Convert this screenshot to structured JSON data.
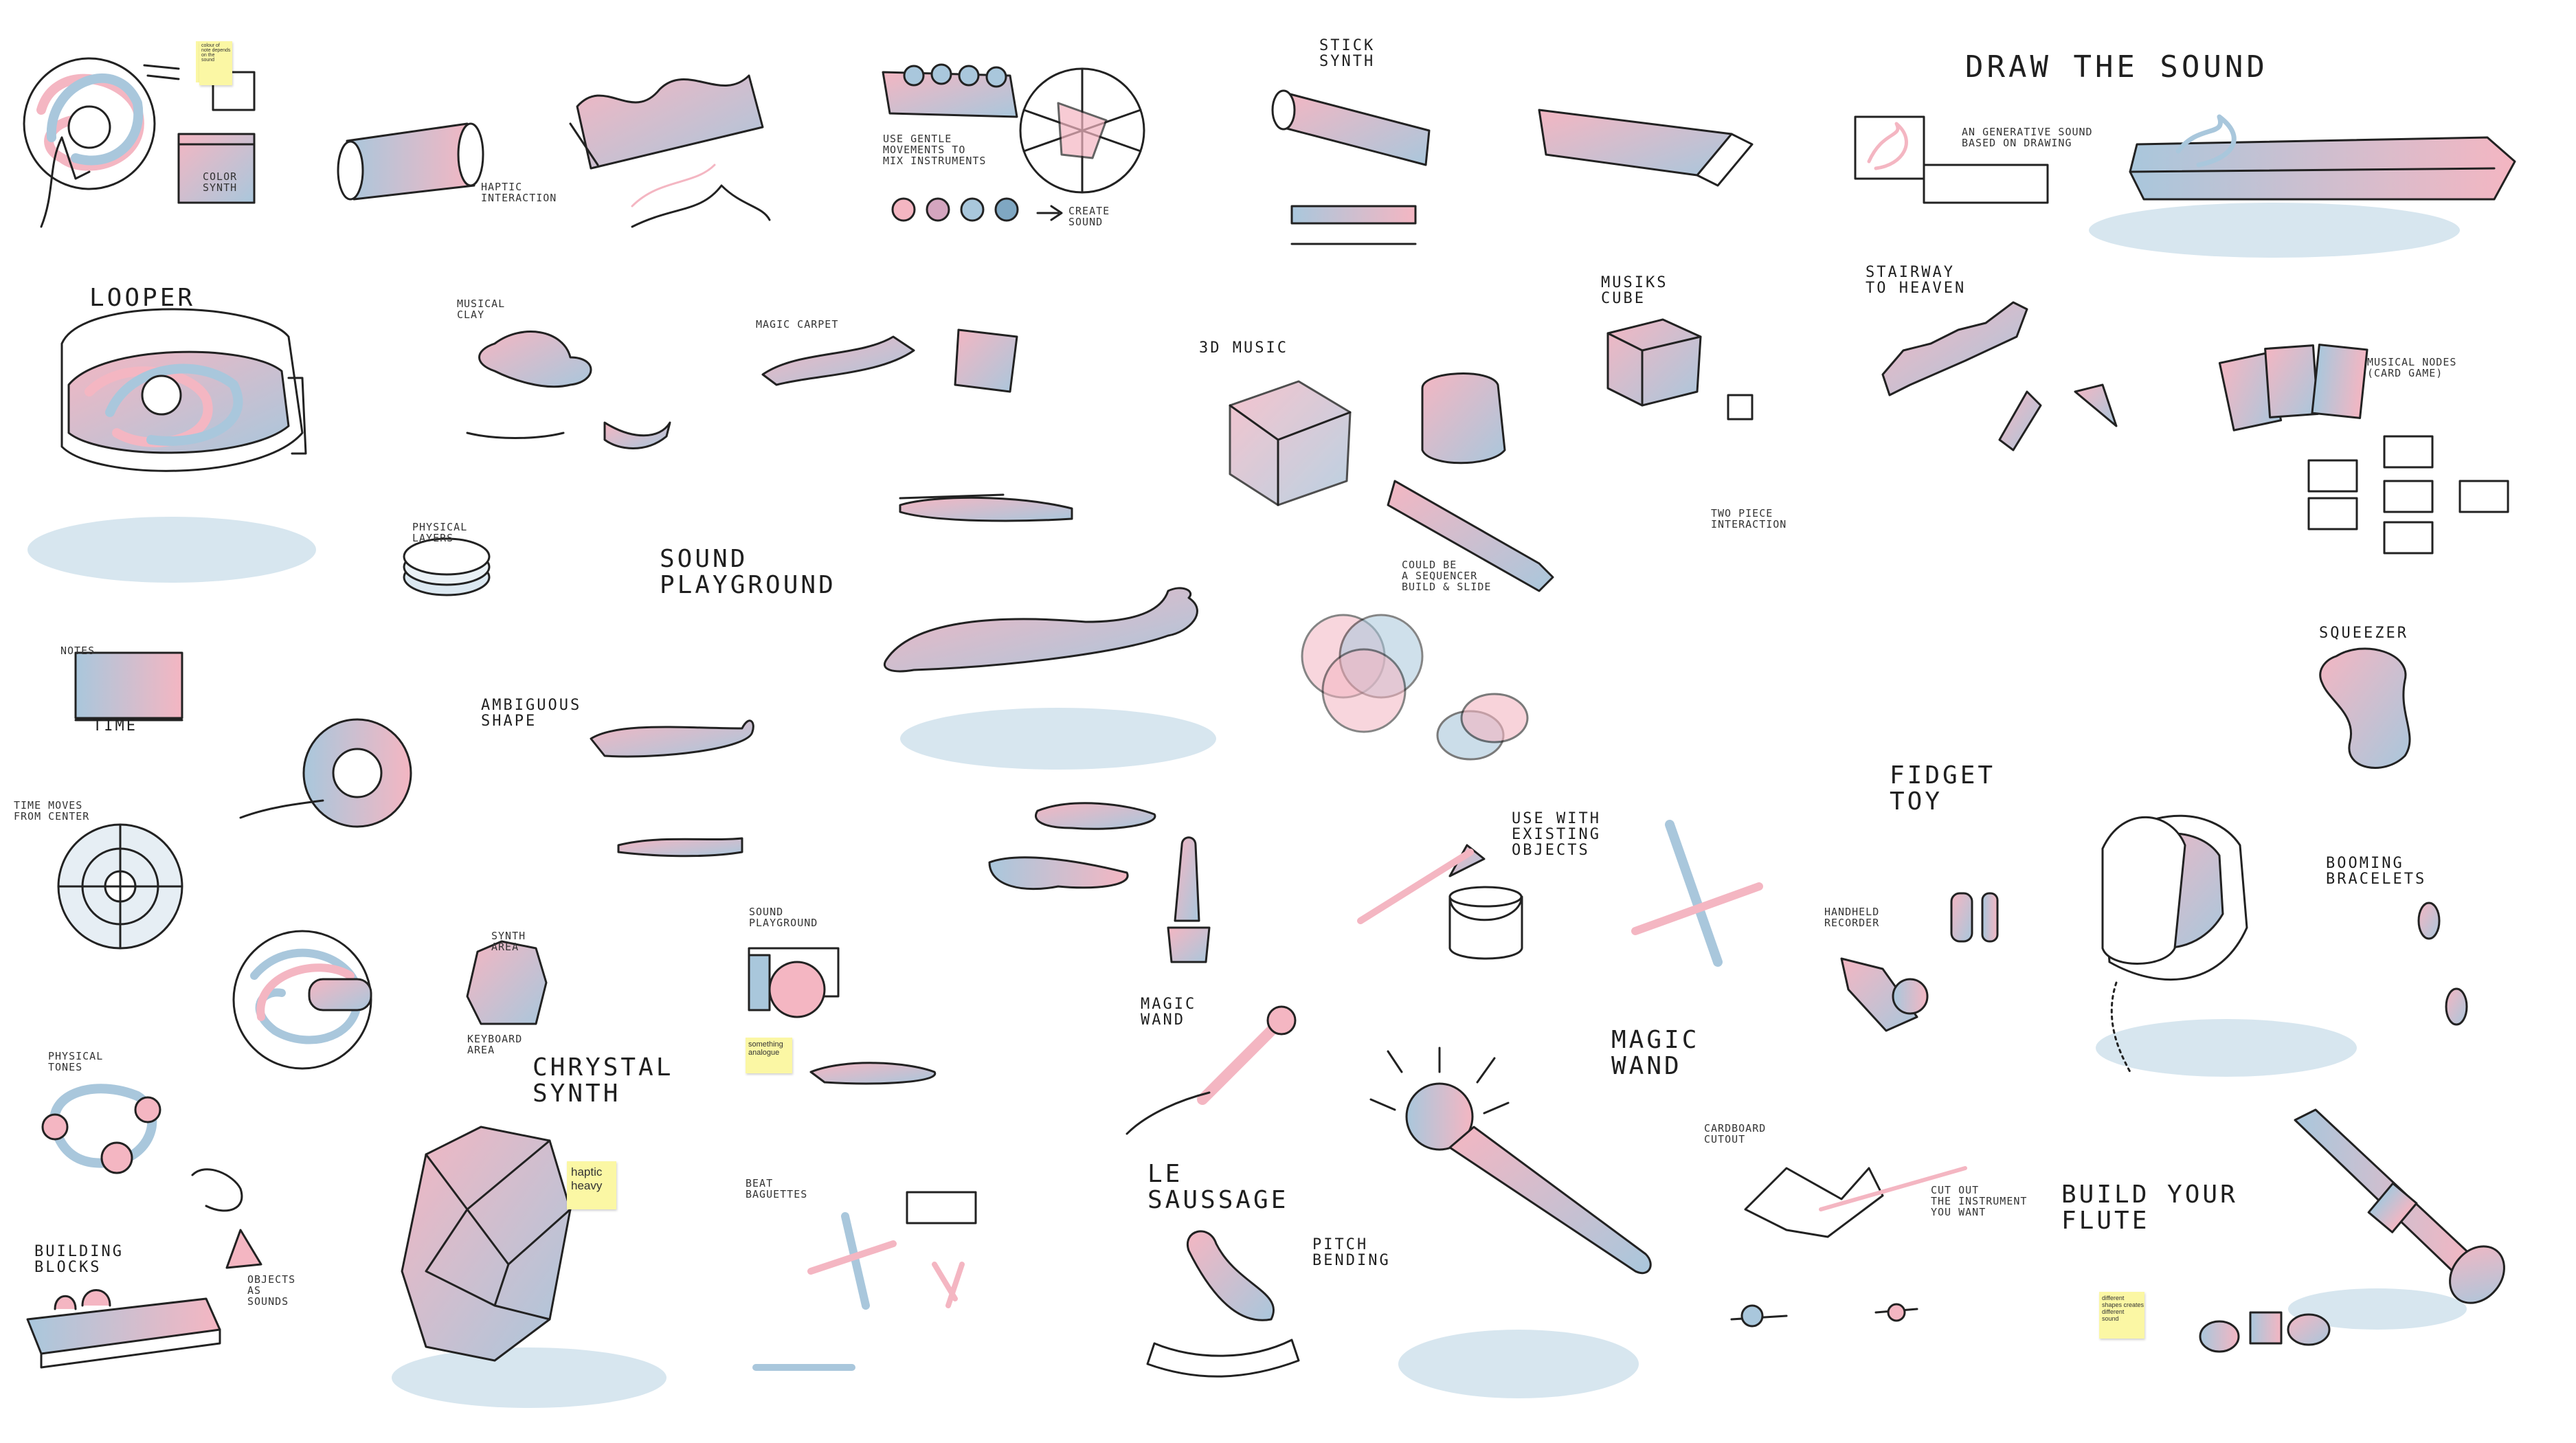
{
  "labels": {
    "draw_the_sound": "DRAW THE SOUND",
    "draw_the_sound_caption": "AN GENERATIVE SOUND\nBASED ON DRAWING",
    "stick_synth": "STICK\nSYNTH",
    "looper": "LOOPER",
    "sound_playground": "SOUND\nPLAYGROUND",
    "musical_clay": "MUSICAL\nCLAY",
    "magic_carpet": "MAGIC CARPET",
    "music_3d": "3D MUSIC",
    "musiks_cube": "MUSIKS\nCUBE",
    "stairway_to_heaven": "STAIRWAY\nTO HEAVEN",
    "musical_nodes": "MUSICAL NODES\n(CARD GAME)",
    "physical_layers": "PHYSICAL\nLAYERS",
    "two_piece_interaction": "TWO PIECE\nINTERACTION",
    "squeezer": "SQUEEZER",
    "time_axis": "TIME",
    "notes_axis": "NOTES",
    "ambiguous_shape": "AMBIGUOUS\nSHAPE",
    "time_moves_from_center": "TIME MOVES\nFROM CENTER",
    "fidget_toy": "FIDGET\nTOY",
    "use_with_existing_objects": "USE WITH\nEXISTING\nOBJECTS",
    "handheld_recorder": "HANDHELD\nRECORDER",
    "booming_bracelets": "BOOMING\nBRACELETS",
    "physical_tones": "PHYSICAL\nTONES",
    "chrystal_synth": "CHRYSTAL\nSYNTH",
    "synth_area": "SYNTH\nAREA",
    "keyboard_area": "KEYBOARD\nAREA",
    "sound_playground_small": "SOUND\nPLAYGROUND",
    "magic_wand_small": "MAGIC\nWAND",
    "magic_wand": "MAGIC\nWAND",
    "cardboard_cutout": "CARDBOARD\nCUTOUT",
    "cut_out_instrument": "CUT OUT\nTHE INSTRUMENT\nYOU WANT",
    "build_your_flute": "BUILD YOUR\nFLUTE",
    "building_blocks": "BUILDING\nBLOCKS",
    "objects_as_sounds": "OBJECTS\nAS\nSOUNDS",
    "beat_baguettes": "BEAT\nBAGUETTES",
    "le_saussage": "LE\nSAUSSAGE",
    "pitch_bending": "PITCH\nBENDING",
    "create_sound": "CREATE\nSOUND",
    "color_synth": "COLOR\nSYNTH",
    "haptic_interaction": "HAPTIC\nINTERACTION",
    "use_hand_movements": "USE GENTLE\nMOVEMENTS TO\nMIX INSTRUMENTS",
    "could_be_sequencer": "COULD BE\nA SEQUENCER\nBUILD & SLIDE"
  },
  "notes": {
    "haptic_heavy": "haptic\nheavy",
    "something_analogue": "something\nanalogue",
    "different_shapes": "different\nshapes creates\ndifferent\nsound",
    "top_left_note": "colour of\nnote depends\non the\nsound"
  },
  "colors": {
    "pink": "#f4b6c2",
    "blue": "#a9c7dc",
    "shadow": "#d7e6ef",
    "ink": "#1f1f1f",
    "note": "#fbf7a4"
  }
}
